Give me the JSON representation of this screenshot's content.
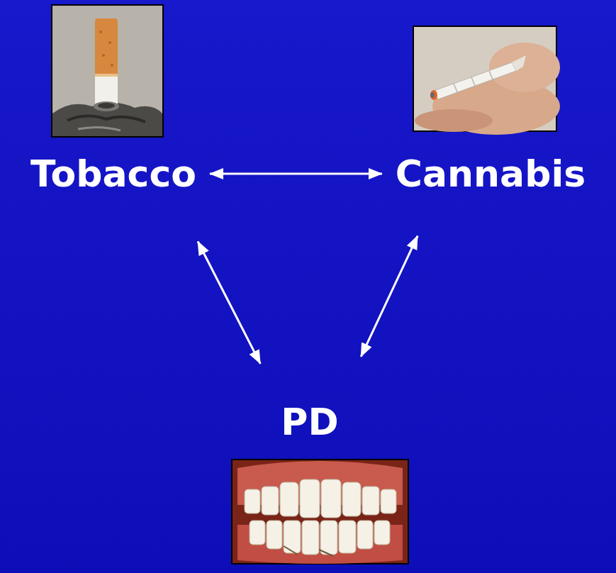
{
  "diagram": {
    "nodes": [
      {
        "text": [
          "Tobacco"
        ]
      },
      {
        "text": [
          "Cannabis"
        ]
      },
      {
        "text": [
          "PD"
        ]
      }
    ],
    "edges": [
      {
        "from": 0,
        "to": 1,
        "arrow": "both"
      },
      {
        "from": 0,
        "to": 2,
        "arrow": "both"
      },
      {
        "from": 1,
        "to": 2,
        "arrow": "both"
      }
    ]
  }
}
